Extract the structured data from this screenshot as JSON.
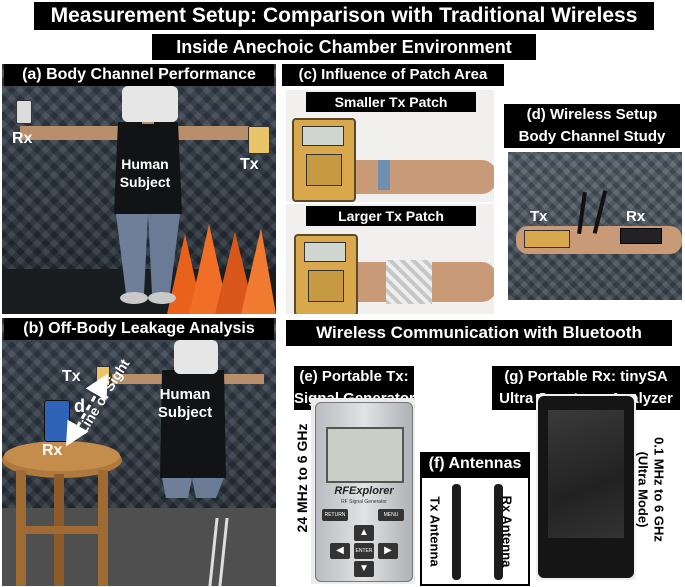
{
  "title": "Measurement Setup: Comparison with Traditional Wireless",
  "subtitle": "Inside Anechoic Chamber Environment",
  "panel_a": {
    "heading": "(a) Body Channel Performance",
    "rx": "Rx",
    "tx": "Tx",
    "subject_line1": "Human",
    "subject_line2": "Subject"
  },
  "panel_b": {
    "heading": "(b) Off-Body Leakage Analysis",
    "tx": "Tx",
    "rx": "Rx",
    "distance": "d",
    "los": "Line of Sight",
    "subject_line1": "Human",
    "subject_line2": "Subject"
  },
  "panel_c": {
    "heading": "(c) Influence of Patch Area",
    "small": "Smaller Tx Patch",
    "large": "Larger Tx Patch"
  },
  "panel_d": {
    "heading_line1": "(d) Wireless Setup",
    "heading_line2": "Body Channel Study",
    "tx": "Tx",
    "rx": "Rx"
  },
  "bluetooth_banner": "Wireless Communication with Bluetooth",
  "panel_e": {
    "heading_line1": "(e) Portable Tx:",
    "heading_line2": "Signal Generator",
    "freq": "24 MHz to 6 GHz",
    "device_logo": "RFExplorer",
    "device_sub": "RF Signal Generator",
    "btn_return": "RETURN",
    "btn_menu": "MENU",
    "btn_enter": "ENTER"
  },
  "panel_f": {
    "heading": "(f) Antennas",
    "tx_antenna": "Tx Antenna",
    "rx_antenna": "Rx Antenna"
  },
  "panel_g": {
    "heading_line1": "(g) Portable Rx: tinySA",
    "heading_line2": "Ultra Spectrum Analyzer",
    "freq_line1": "0.1 MHz to 6 GHz",
    "freq_line2": "(Ultra Mode)"
  }
}
